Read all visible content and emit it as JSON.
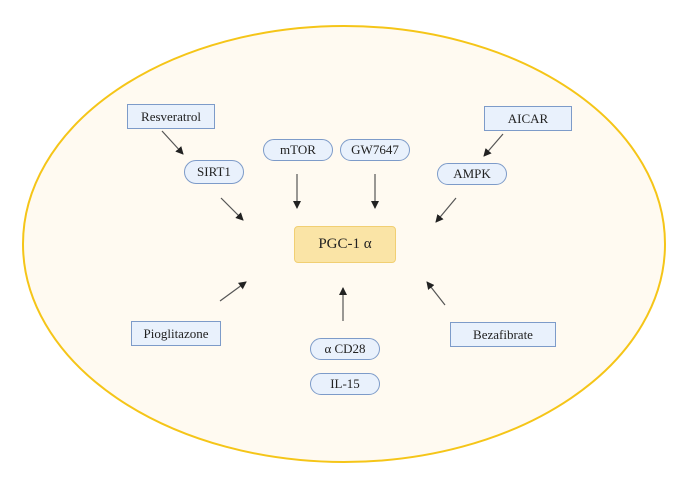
{
  "diagram": {
    "cell_colors": {
      "fill": "#fffaf1",
      "stroke": "#f5c518"
    },
    "center": {
      "label": "PGC-1 α"
    },
    "nodes": {
      "resveratrol": "Resveratrol",
      "sirt1": "SIRT1",
      "mtor": "mTOR",
      "gw7647": "GW7647",
      "aicar": "AICAR",
      "ampk": "AMPK",
      "pioglitazone": "Pioglitazone",
      "acd28": "α CD28",
      "il15": "IL-15",
      "bezafibrate": "Bezafibrate"
    },
    "edges": [
      {
        "from": "Resveratrol",
        "to": "SIRT1"
      },
      {
        "from": "SIRT1",
        "to": "PGC-1 α"
      },
      {
        "from": "mTOR",
        "to": "PGC-1 α"
      },
      {
        "from": "GW7647",
        "to": "PGC-1 α"
      },
      {
        "from": "AICAR",
        "to": "AMPK"
      },
      {
        "from": "AMPK",
        "to": "PGC-1 α"
      },
      {
        "from": "Pioglitazone",
        "to": "PGC-1 α"
      },
      {
        "from": "α CD28",
        "to": "PGC-1 α"
      },
      {
        "from": "Bezafibrate",
        "to": "PGC-1 α"
      }
    ]
  }
}
